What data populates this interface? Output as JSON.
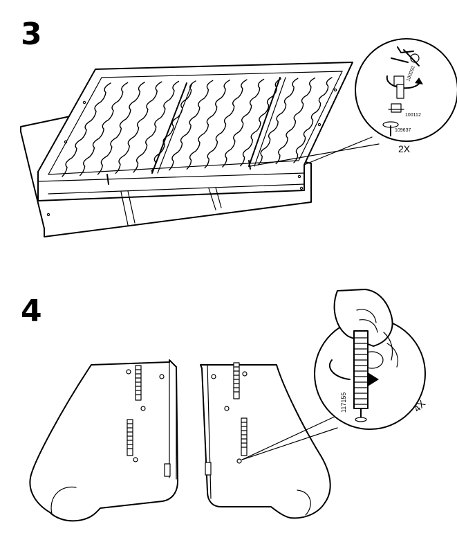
{
  "steps": [
    {
      "number": "3",
      "quantity": "2X",
      "part_numbers": [
        "100292",
        "100112",
        "109637"
      ]
    },
    {
      "number": "4",
      "quantity": "4X",
      "part_numbers": [
        "117155"
      ]
    }
  ],
  "colors": {
    "line": "#000000",
    "background": "#ffffff"
  }
}
